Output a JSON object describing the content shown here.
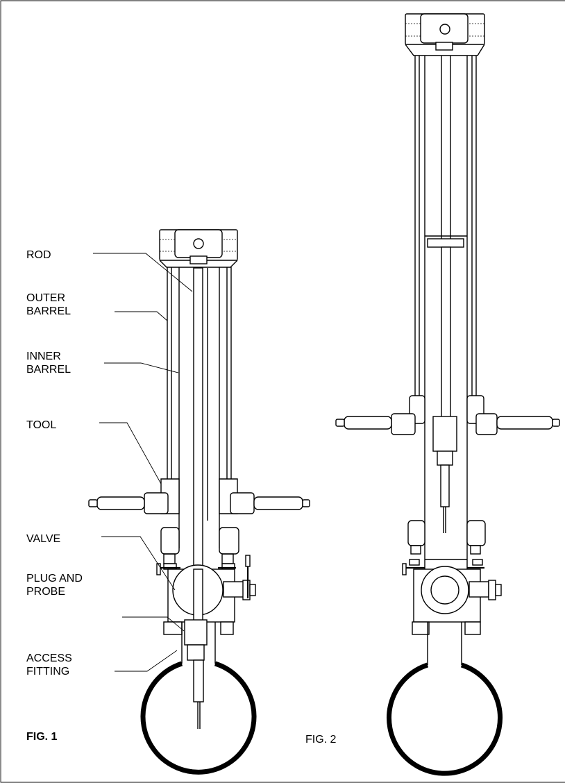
{
  "labels": {
    "rod": "ROD",
    "outer_barrel": [
      "OUTER",
      "BARREL"
    ],
    "inner_barrel": [
      "INNER",
      "BARREL"
    ],
    "tool": "TOOL",
    "valve": "VALVE",
    "plug_and_probe": [
      "PLUG AND",
      "PROBE"
    ],
    "access_fitting": [
      "ACCESS",
      "FITTING"
    ]
  },
  "figures": {
    "fig1": "FIG. 1",
    "fig2": "FIG. 2"
  }
}
